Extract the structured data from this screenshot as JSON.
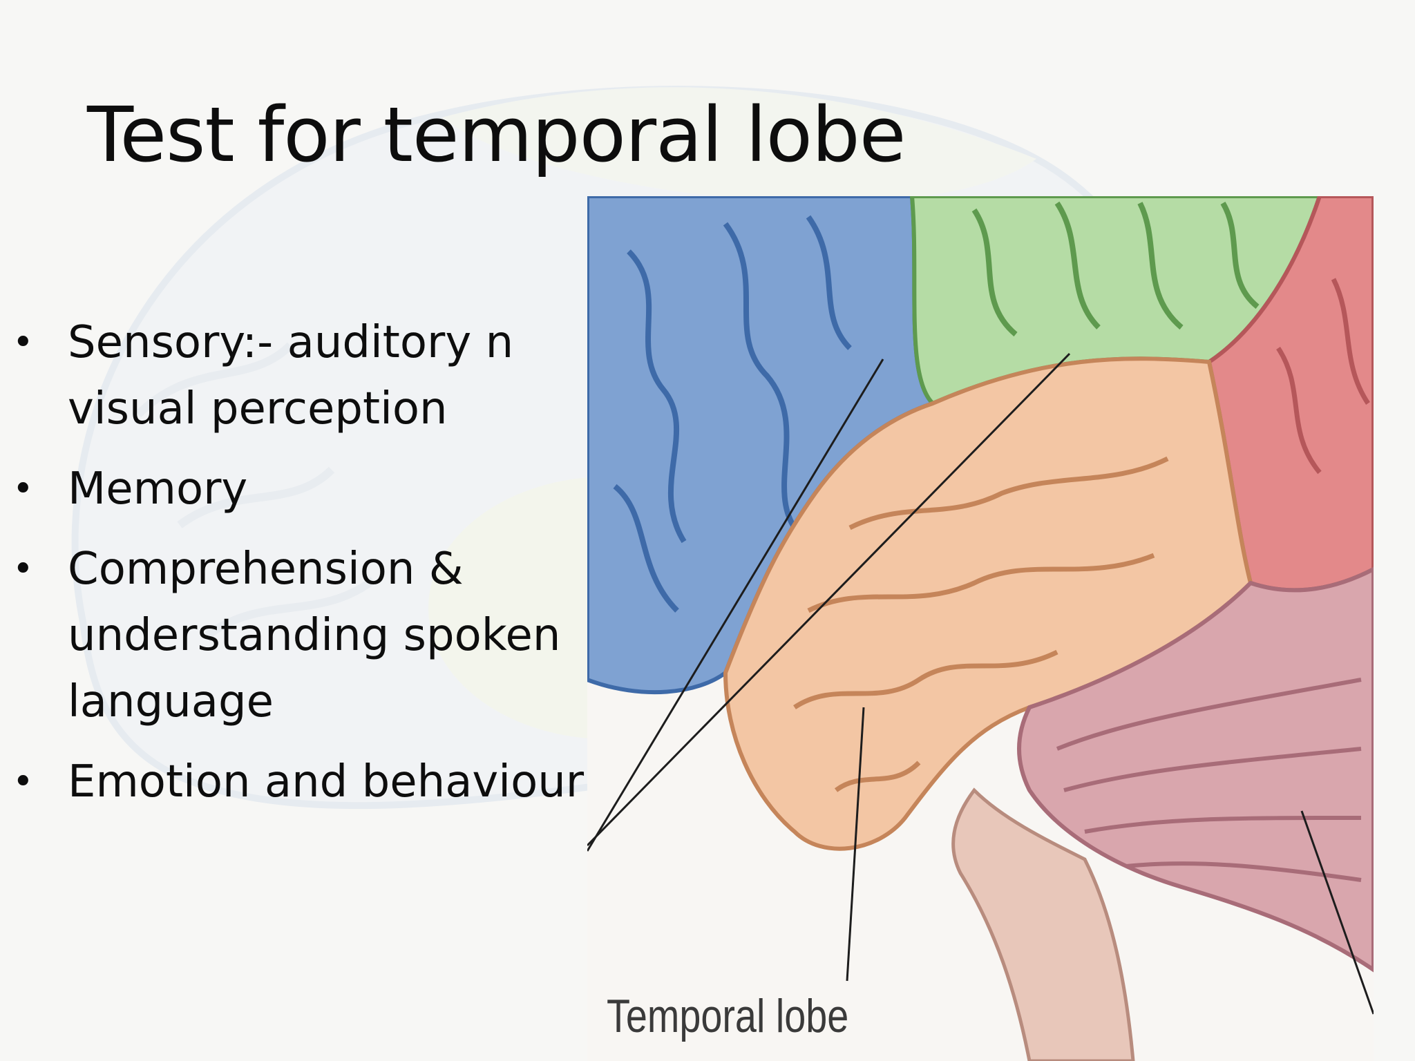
{
  "slide": {
    "title": "Test for temporal lobe",
    "bullets": [
      {
        "text": "Sensory:- auditory n visual perception"
      },
      {
        "text": "Memory"
      },
      {
        "text": "Comprehension & understanding spoken language"
      },
      {
        "text": "Emotion and behaviour"
      }
    ]
  },
  "figure": {
    "callout_label": "Temporal lobe",
    "lobe_colors": {
      "frontal": "#7fa2d2",
      "parietal": "#b5dca5",
      "occipital": "#e3898a",
      "temporal": "#f3c6a4",
      "cerebellum": "#d9a6ad",
      "brainstem": "#e8c7ba"
    }
  }
}
